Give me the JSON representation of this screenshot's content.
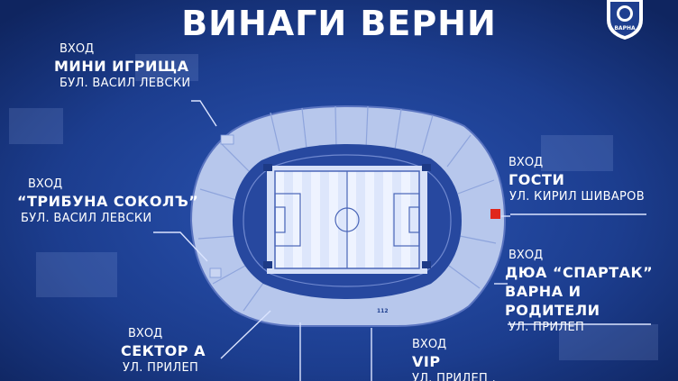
{
  "title": "ВИНАГИ ВЕРНИ",
  "logo": {
    "icon": "club-crest-icon",
    "text": "ВАРНА"
  },
  "stand_number": "112",
  "colors": {
    "background": "#1a3a86",
    "stadium": "#b9c8ec",
    "pitch": "#eaf0ff",
    "accent": "#e0261c"
  },
  "entrances": {
    "mini": {
      "label": "ВХОД",
      "name": "МИНИ ИГРИЩА",
      "street": "БУЛ. ВАСИЛ ЛЕВСКИ"
    },
    "sokol": {
      "label": "ВХОД",
      "name": "“ТРИБУНА СОКОЛЪ”",
      "street": "БУЛ. ВАСИЛ ЛЕВСКИ"
    },
    "guests": {
      "label": "ВХОД",
      "name": "ГОСТИ",
      "street": "УЛ. КИРИЛ ШИВАРОВ"
    },
    "dua": {
      "label": "ВХОД",
      "name1": "ДЮА “СПАРТАК”",
      "name2": "ВАРНА И РОДИТЕЛИ",
      "street": "УЛ. ПРИЛЕП"
    },
    "sector_a": {
      "label": "ВХОД",
      "name": "СЕКТОР А",
      "street": "УЛ. ПРИЛЕП"
    },
    "vip": {
      "label": "ВХОД",
      "name": "VIP",
      "street": "УЛ. ПРИЛЕП ,"
    }
  }
}
